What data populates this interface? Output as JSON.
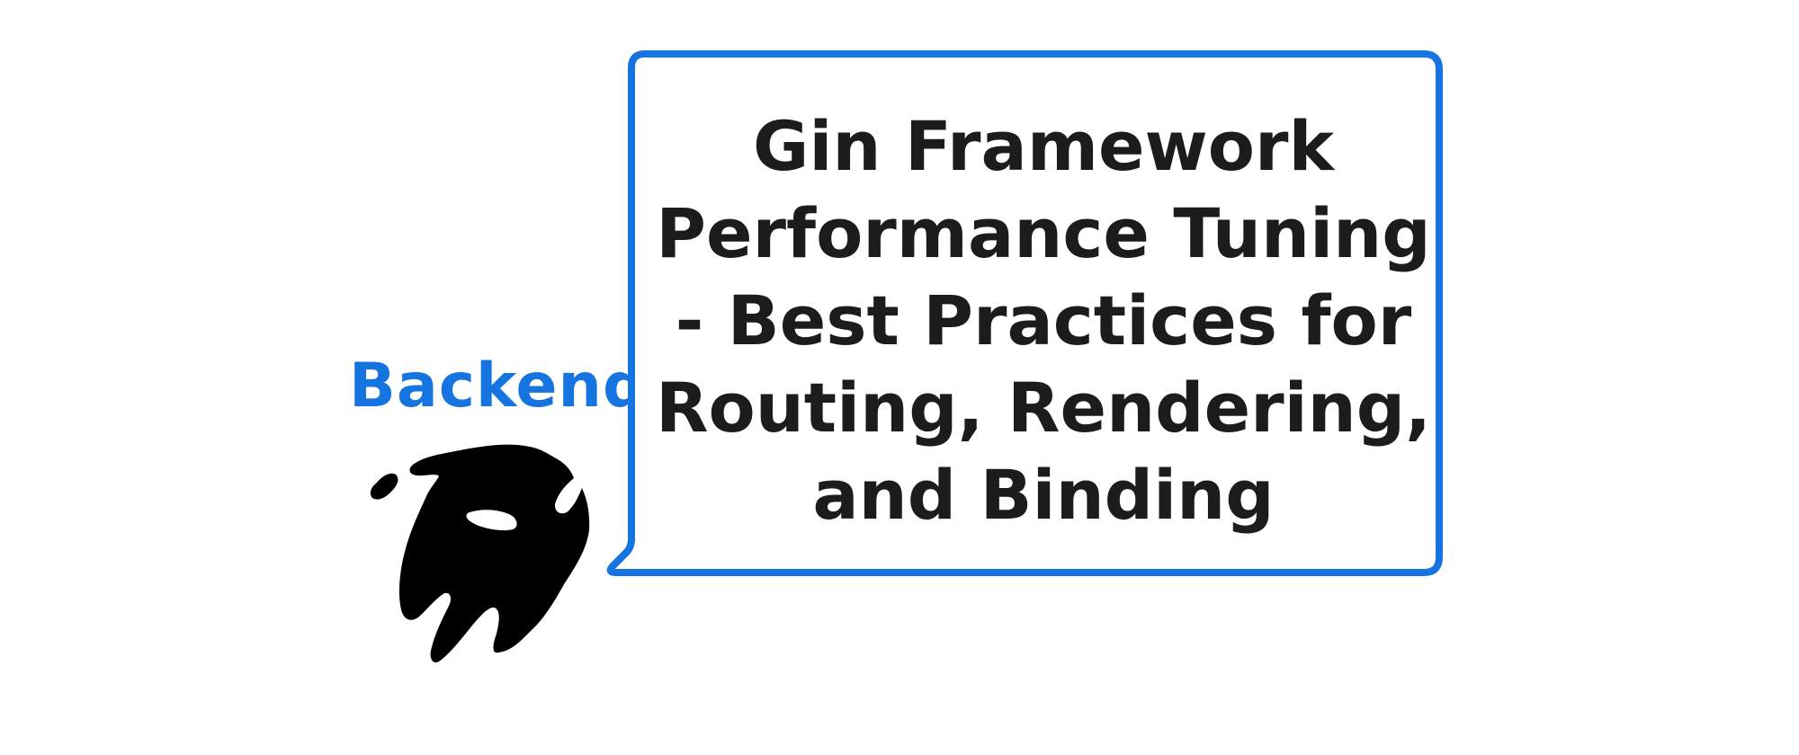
{
  "category": {
    "label": "Backend"
  },
  "post": {
    "title_lines": [
      "Gin Framework",
      "Performance Tuning",
      "- Best Practices for",
      "Routing, Rendering,",
      "and Binding"
    ]
  },
  "colors": {
    "accent": "#1574e0",
    "title_text": "#1c1c1c",
    "mascot": "#000000",
    "background": "#ffffff"
  },
  "icons": {
    "mascot": "ghost-mascot-icon"
  }
}
